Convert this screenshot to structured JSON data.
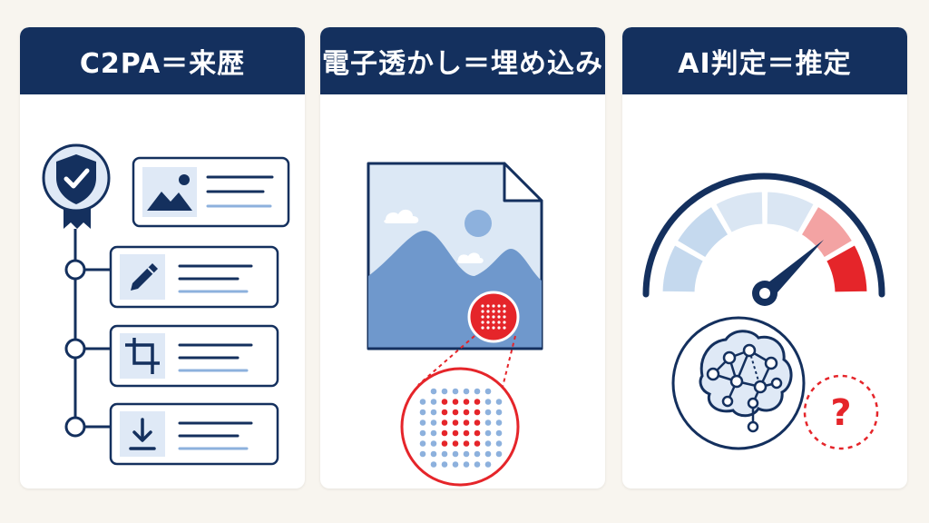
{
  "panels": [
    {
      "title": "C2PA＝来歴"
    },
    {
      "title": "電子透かし＝埋め込み"
    },
    {
      "title": "AI判定＝推定"
    }
  ],
  "icons": {
    "panel1": [
      "shield-check-icon",
      "image-icon",
      "pencil-icon",
      "crop-icon",
      "download-icon"
    ],
    "panel2": [
      "image-file-icon",
      "watermark-dots-icon",
      "magnifier-icon"
    ],
    "panel3": [
      "gauge-icon",
      "neural-network-icon",
      "question-mark-icon"
    ]
  },
  "question_mark": "?",
  "colors": {
    "navy": "#14305e",
    "red": "#e5252a",
    "light_blue": "#c5d9ee",
    "mid_blue": "#6f98cc",
    "pale_red": "#f3a3a3"
  }
}
